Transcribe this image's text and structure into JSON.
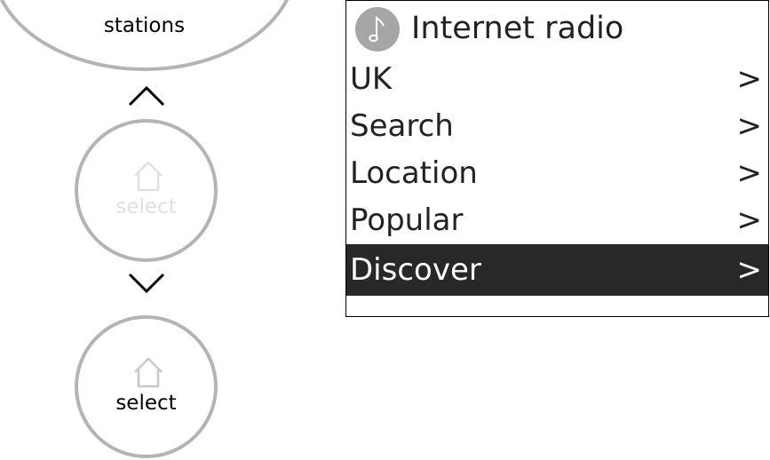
{
  "controls": {
    "stations_label": "stations",
    "select_dim_label": "select",
    "select_label": "select"
  },
  "display": {
    "title": "Internet radio",
    "items": [
      {
        "label": "UK",
        "arrow": ">"
      },
      {
        "label": "Search",
        "arrow": ">"
      },
      {
        "label": "Location",
        "arrow": ">"
      },
      {
        "label": "Popular",
        "arrow": ">"
      },
      {
        "label": "Discover",
        "arrow": ">",
        "selected": true
      }
    ]
  },
  "colors": {
    "selection_background": "#282828",
    "badge": "#a6a6a6",
    "knob_ring": "#b4b4b4"
  }
}
